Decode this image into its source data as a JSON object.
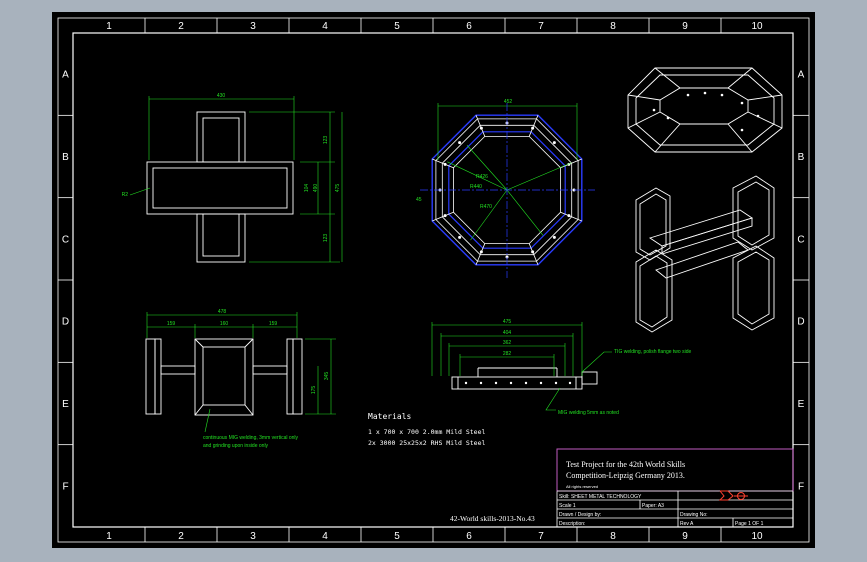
{
  "sheet": {
    "columns": [
      "1",
      "2",
      "3",
      "4",
      "5",
      "6",
      "7",
      "8",
      "9",
      "10"
    ],
    "rows": [
      "A",
      "B",
      "C",
      "D",
      "E",
      "F"
    ]
  },
  "top_view": {
    "dim_width": "430",
    "dim_right_upper": "123",
    "dim_right_mid1": "104",
    "dim_right_mid2": "490",
    "dim_right_outer": "475",
    "dim_right_lower": "123",
    "dim_left": "R2"
  },
  "front_view": {
    "dim_total": "478",
    "dim_left": "159",
    "dim_mid": "160",
    "dim_right": "159",
    "dim_height1": "175",
    "dim_height2": "345",
    "weld_note_1": "continuous MIG welding, 3mm vertical only",
    "weld_note_2": "and grinding upon inside only"
  },
  "octagon_view": {
    "dim_top": "452",
    "dim_d1": "R426",
    "dim_d2": "R440",
    "dim_d3": "R470",
    "dim_side": "45"
  },
  "section_view": {
    "dims": [
      "475",
      "404",
      "362",
      "282"
    ],
    "note_tig": "TIG welding, polish flange two side",
    "note_mig": "MIG welding 5mm as noted"
  },
  "materials": {
    "heading": "Materials",
    "line1": "1 x 700 x 700 2.0mm Mild Steel",
    "line2": "2x 3000 25x25x2 RHS Mild Steel"
  },
  "project_id": "42-World skills-2013-No.43",
  "title_block": {
    "title_line1": "Test Project for the 42th World Skills",
    "title_line2": "Competition-Leipzig Germany 2013.",
    "rights": "All rights reserved",
    "skill": "Skill: SHEET METAL TECHNOLOGY",
    "scale": "Scale 1",
    "paper": "Paper: A3",
    "drawn": "Drawn / Design by:",
    "drawing_no": "Drawing No:",
    "description": "Description:",
    "rev": "Rev A",
    "page": "Page 1 OF 1"
  },
  "colors": {
    "background": "#000000",
    "frame": "#ffffff",
    "dimension": "#22e022",
    "center_lines": "#2a3cff",
    "title_border": "#c040c0"
  }
}
